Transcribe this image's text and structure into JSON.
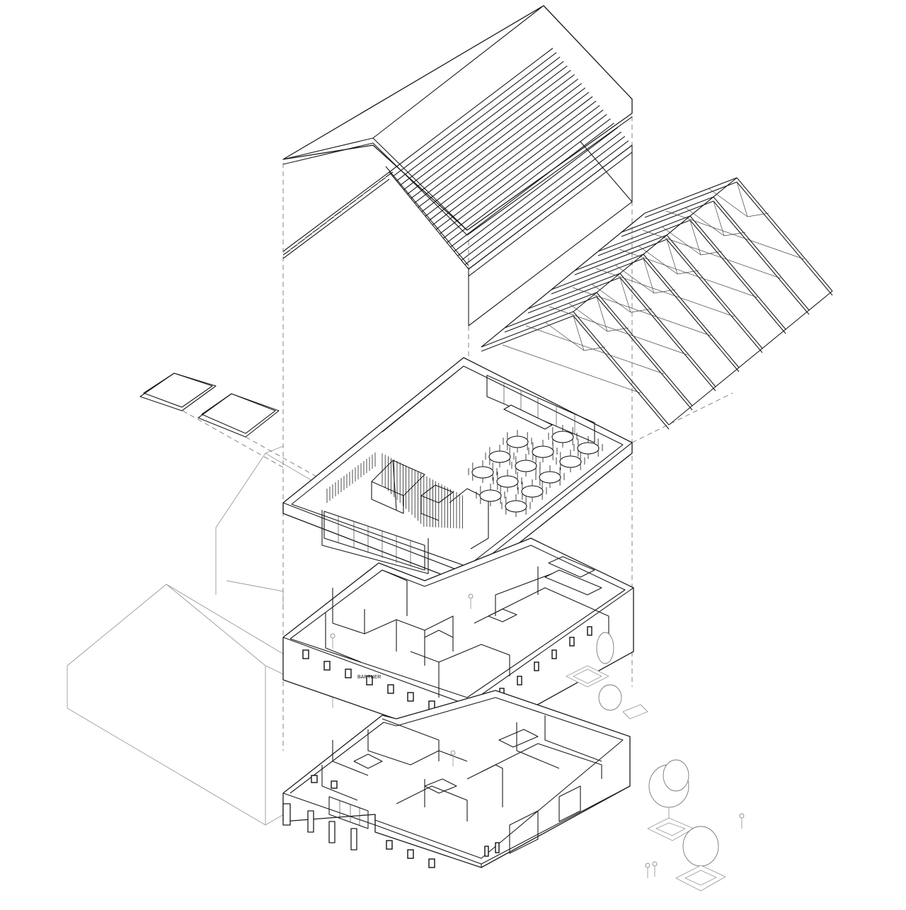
{
  "diagram": {
    "type": "exploded-axonometric",
    "line_color": "#1a1a1a",
    "ghost_color": "#9a9a9a",
    "background": "#ffffff",
    "components": [
      "roof-cladding",
      "roof-battens",
      "roof-trusses",
      "upper-floor-hall",
      "middle-floor",
      "ground-floor",
      "neighbor-building",
      "site-trees",
      "people"
    ],
    "labels": {
      "middle_floor_sign": "BARTNER"
    }
  }
}
